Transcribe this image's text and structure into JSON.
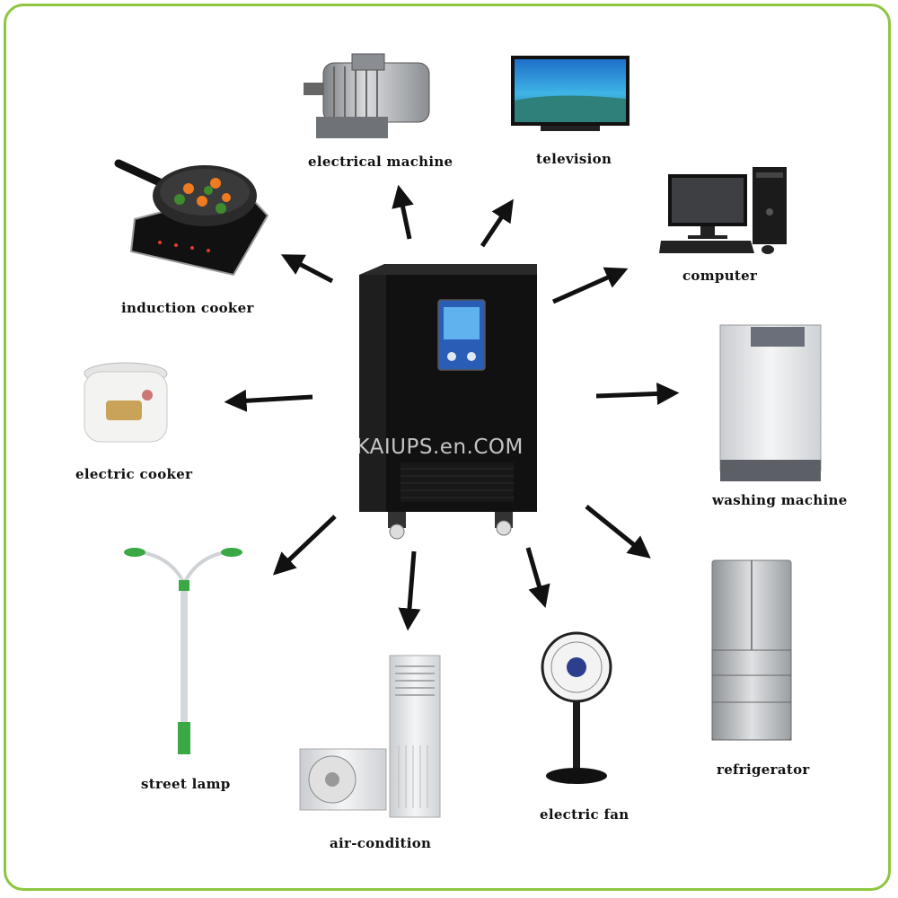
{
  "appliances": {
    "electrical_machine": "electrical machine",
    "television": "television",
    "computer": "computer",
    "induction_cooker": "induction cooker",
    "electric_cooker": "electric cooker",
    "washing_machine": "washing machine",
    "street_lamp": "street lamp",
    "air_condition": "air-condition",
    "electric_fan": "electric fan",
    "refrigerator": "refrigerator"
  },
  "watermark": "BOKAIUPS.en.COM",
  "colors": {
    "frame": "#8dc63f",
    "ups_body": "#111111",
    "lcd_panel": "#2a5db5",
    "street_lamp_pole": "#3aa845"
  }
}
